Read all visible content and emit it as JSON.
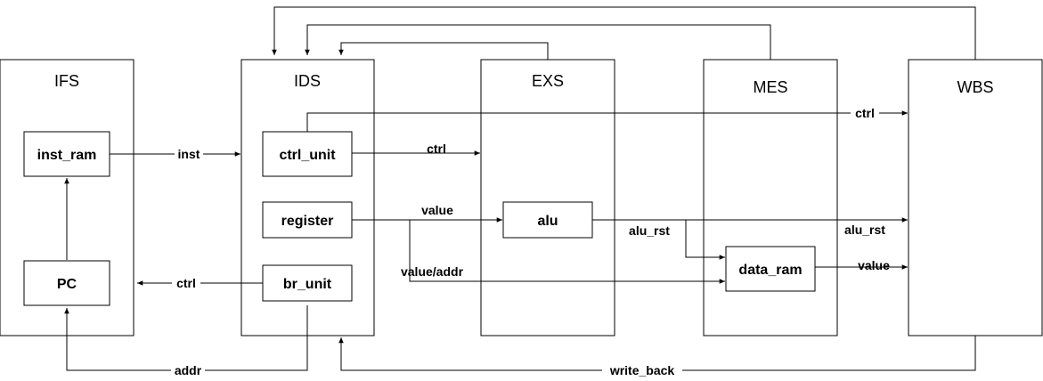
{
  "stages": {
    "ifs": "IFS",
    "ids": "IDS",
    "exs": "EXS",
    "mes": "MES",
    "wbs": "WBS"
  },
  "units": {
    "inst_ram": "inst_ram",
    "pc": "PC",
    "ctrl_unit": "ctrl_unit",
    "register": "register",
    "br_unit": "br_unit",
    "alu": "alu",
    "data_ram": "data_ram"
  },
  "signals": {
    "inst": "inst",
    "ctrl_ids_to_exs": "ctrl",
    "ctrl_ids_to_wbs": "ctrl",
    "ctrl_br_to_pc": "ctrl",
    "value_reg_to_alu": "value",
    "value_addr": "value/addr",
    "alu_rst_to_mes": "alu_rst",
    "alu_rst_to_wbs": "alu_rst",
    "value_data_ram": "value",
    "addr": "addr",
    "write_back": "write_back"
  }
}
